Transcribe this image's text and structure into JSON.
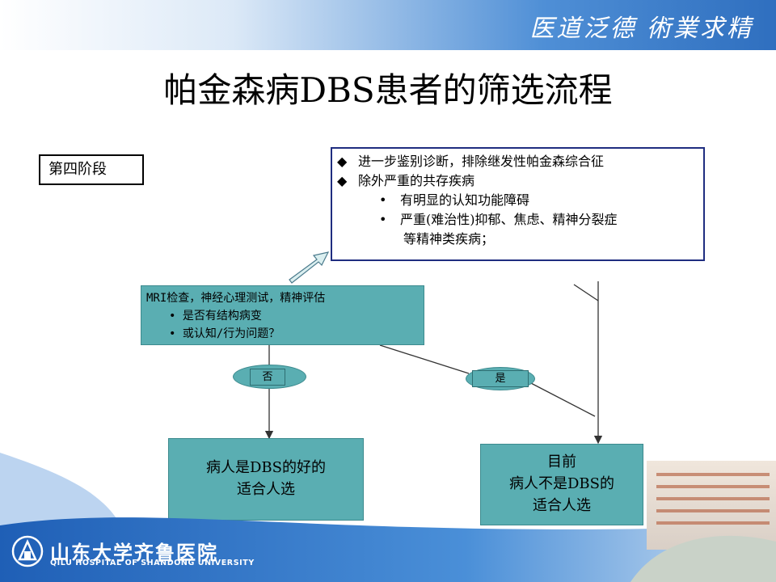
{
  "header": {
    "motto": "医道泛德 術業求精"
  },
  "slide": {
    "title": "帕金森病DBS患者的筛选流程",
    "stage_label": "第四阶段"
  },
  "note": {
    "lines": [
      {
        "marker": "◆",
        "text": "进一步鉴别诊断，排除继发性帕金森综合征"
      },
      {
        "marker": "◆",
        "text": "除外严重的共存疾病"
      },
      {
        "marker": "•",
        "text": "有明显的认知功能障碍"
      },
      {
        "marker": "•",
        "text": "严重(难治性)抑郁、焦虑、精神分裂症"
      },
      {
        "marker": "",
        "text": "等精神类疾病；"
      }
    ]
  },
  "flow": {
    "mri_box": {
      "title": "MRI检查，神经心理测试，精神评估",
      "bullets": [
        "• 是否有结构病变",
        "• 或认知/行为问题？"
      ]
    },
    "branch_no": "否",
    "branch_yes": "是",
    "result_good": [
      "病人是DBS的好的",
      "适合人选"
    ],
    "result_bad": [
      "目前",
      "病人不是DBS的",
      "适合人选"
    ]
  },
  "footer": {
    "hospital_cn": "山东大学齐鲁医院",
    "hospital_en": "QILU HOSPITAL OF SHANDONG UNIVERSITY"
  },
  "colors": {
    "box_fill": "#5aaeb2",
    "note_border": "#1f2d80",
    "header_blue": "#2f6fbf",
    "footer_blue": "#2a6cc4"
  }
}
